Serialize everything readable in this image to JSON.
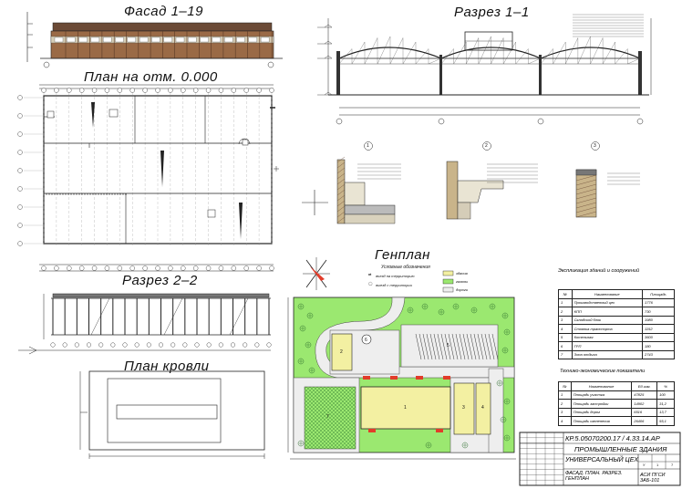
{
  "titles": {
    "facade": "Фасад 1–19",
    "plan": "План на отм. 0.000",
    "section11": "Разрез 1–1",
    "section22": "Разрез 2–2",
    "roofplan": "План кровли",
    "genplan": "Генплан"
  },
  "detail_marks": [
    "1",
    "2",
    "3"
  ],
  "legend": {
    "title": "Условные обозначения",
    "items": [
      "здания",
      "газоны",
      "дороги"
    ],
    "notes": [
      "въезд на территорию",
      "выезд с территории"
    ]
  },
  "buildings_table": {
    "title": "Экспликация зданий и сооружений",
    "headers": [
      "№",
      "Наименование",
      "Площадь"
    ],
    "rows": [
      [
        "1",
        "Производственный цех",
        "1776"
      ],
      [
        "2",
        "КПП",
        "730"
      ],
      [
        "3",
        "Складской блок",
        "1980"
      ],
      [
        "4",
        "Стоянка транспорта",
        "1152"
      ],
      [
        "5",
        "Котельная",
        "3600"
      ],
      [
        "6",
        "ГРП",
        "180"
      ],
      [
        "7",
        "Зона отдыха",
        "2743"
      ]
    ]
  },
  "tech_table": {
    "title": "Технико-экономические показатели",
    "headers": [
      "№",
      "Наименование",
      "Ед.изм.",
      "%"
    ],
    "rows": [
      [
        "1",
        "Площадь участка",
        "47825",
        "100"
      ],
      [
        "2",
        "Площадь застройки",
        "14902",
        "31,2"
      ],
      [
        "3",
        "Площадь дорог",
        "6516",
        "13,7"
      ],
      [
        "4",
        "Площадь озеленения",
        "26406",
        "55,1"
      ]
    ]
  },
  "stamp": {
    "code": "КР.5.05070200.17 / 4.33.14.АР",
    "name": "ПРОМЫШЛЕННЫЕ ЗДАНИЯ",
    "sheet_title": "УНИВЕРСАЛЬНЫЙ ЦЕХ",
    "sheet_values": [
      "У",
      "1",
      "7"
    ],
    "drawing_list": "ФАСАД. ПЛАН. РАЗРЕЗ. ГЕНПЛАН",
    "org": "АСИ ПГСИ 3АБ-101"
  },
  "genplan_numbers": [
    "1",
    "2",
    "3",
    "4",
    "5",
    "6",
    "7"
  ],
  "colors": {
    "lawn": "#9be870",
    "building": "#f3f0a2",
    "road": "#eeeeee",
    "line": "#222222",
    "brick": "#8b5a3c",
    "red": "#e23c2a"
  }
}
